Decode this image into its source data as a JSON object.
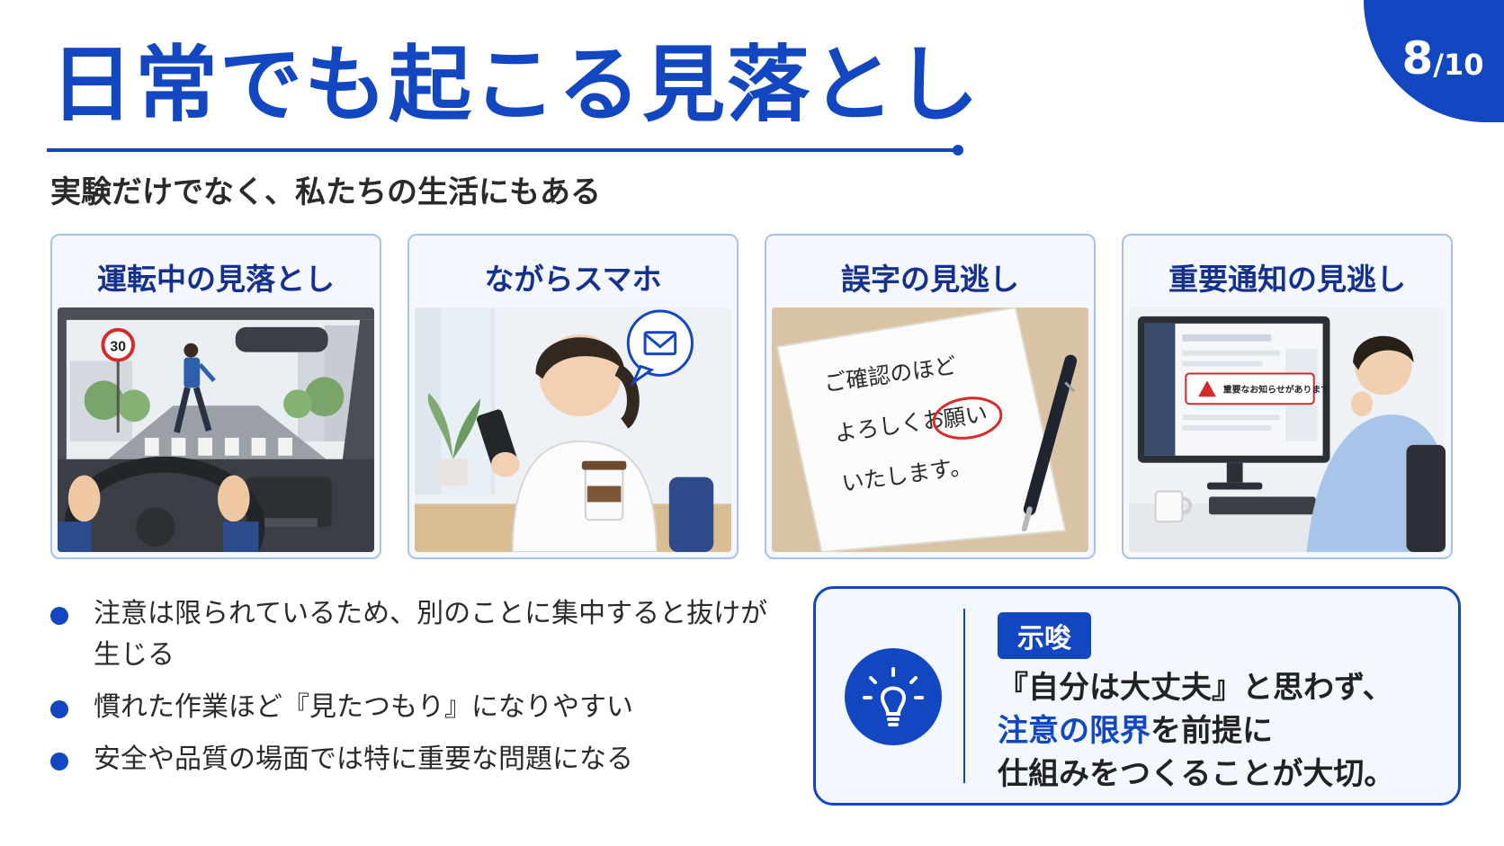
{
  "page": {
    "current": "8",
    "total": "/10"
  },
  "title": "日常でも起こる見落とし",
  "subtitle": "実験だけでなく、私たちの生活にもある",
  "cards": [
    {
      "title": "運転中の見落とし",
      "sign": "30"
    },
    {
      "title": "ながらスマホ"
    },
    {
      "title": "誤字の見逃し",
      "lines": [
        "ご確認のほど",
        "よろしくお",
        "願い",
        "いたします。"
      ]
    },
    {
      "title": "重要通知の見逃し",
      "alert": "重要なお知らせがあります"
    }
  ],
  "bullets": [
    "注意は限られているため、別のことに集中すると抜けが生じる",
    "慣れた作業ほど『見たつもり』になりやすい",
    "安全や品質の場面では特に重要な問題になる"
  ],
  "insight": {
    "tag": "示唆",
    "line1": "『自分は大丈夫』と思わず、",
    "line2_highlight": "注意の限界",
    "line2_rest": "を前提に",
    "line3": "仕組みをつくることが大切。"
  },
  "colors": {
    "accent": "#1347c2",
    "card_border": "#a9c1ea"
  }
}
